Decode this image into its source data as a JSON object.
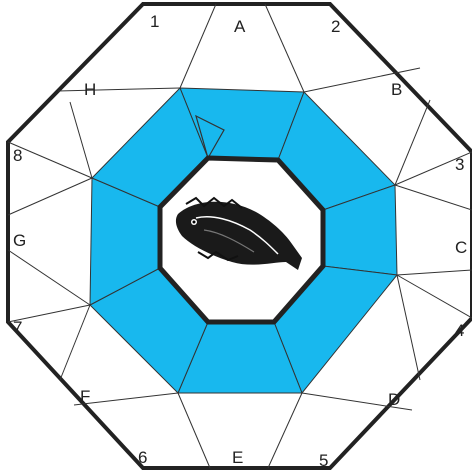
{
  "puzzle": {
    "letters": [
      "A",
      "B",
      "C",
      "D",
      "E",
      "F",
      "G",
      "H"
    ],
    "numbers": [
      "1",
      "2",
      "3",
      "4",
      "5",
      "6",
      "7",
      "8"
    ],
    "colors": {
      "ring": "#18b8ee",
      "outline": "#222222",
      "line": "#333333",
      "cell": "#ffffff"
    },
    "center_image": "fish-illustration"
  }
}
